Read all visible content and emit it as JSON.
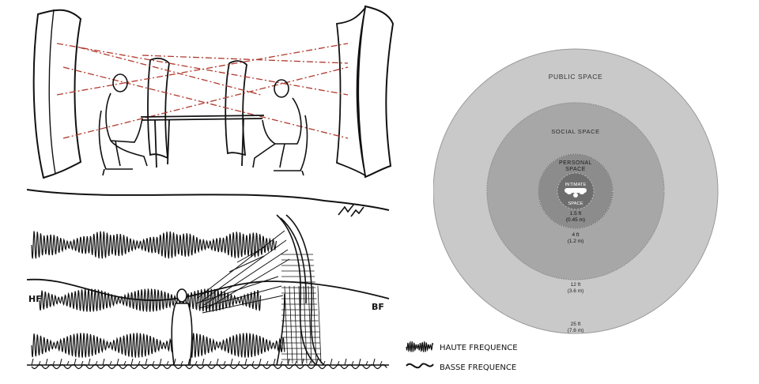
{
  "sketch_bottom": {
    "label_left": "HF",
    "label_right": "BF",
    "legend": [
      {
        "id": "high",
        "label": "HAUTE FREQUENCE"
      },
      {
        "id": "low",
        "label": "BASSE FREQUENCE"
      }
    ]
  },
  "proxemics": {
    "zones": [
      {
        "id": "public",
        "label": "PUBLIC SPACE",
        "distance": "25 ft",
        "metric": "(7.6 m)",
        "color": "#c9c9c9"
      },
      {
        "id": "social",
        "label": "SOCIAL SPACE",
        "distance": "12 ft",
        "metric": "(3.6 m)",
        "color": "#a7a7a7"
      },
      {
        "id": "personal",
        "label_line1": "PERSONAL",
        "label_line2": "SPACE",
        "distance": "4 ft",
        "metric": "(1.2 m)",
        "color": "#8c8c8c"
      },
      {
        "id": "intimate",
        "label_line1": "INTIMATE",
        "label_line2": "SPACE",
        "distance": "1.5 ft",
        "metric": "(0.45 m)",
        "color": "#6e6e6e"
      }
    ],
    "accent_dash": "#b03a2e"
  }
}
